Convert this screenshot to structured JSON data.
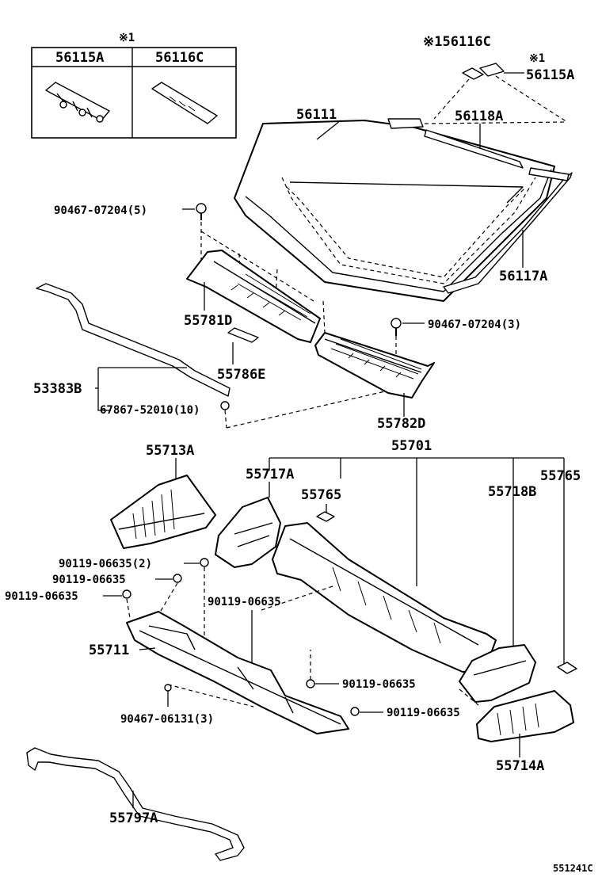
{
  "inset": {
    "note": "※1",
    "headers": [
      "56115A",
      "56116C"
    ]
  },
  "labels": {
    "p56116c_top": "※156116C",
    "note1": "※1",
    "p56115a": "56115A",
    "p56111": "56111",
    "p56118a": "56118A",
    "p56117a": "56117A",
    "bolt_a": "90467-07204(5)",
    "bolt_b": "90467-07204(3)",
    "p55781d": "55781D",
    "p55786e": "55786E",
    "p53383b": "53383B",
    "clip": "67867-52010(10)",
    "p55782d": "55782D",
    "p55701": "55701",
    "p55713a": "55713A",
    "p55717a": "55717A",
    "p55765_mid": "55765",
    "p55765_right": "55765",
    "p55718b": "55718B",
    "screw_2": "90119-06635(2)",
    "screw_b": "90119-06635",
    "screw_c": "90119-06635",
    "screw_d": "90119-06635",
    "screw_e": "90119-06635",
    "screw_f": "90119-06635",
    "p55711": "55711",
    "bolt_c": "90467-06131(3)",
    "p55714a": "55714A",
    "p55797a": "55797A",
    "figure_code": "551241C"
  }
}
